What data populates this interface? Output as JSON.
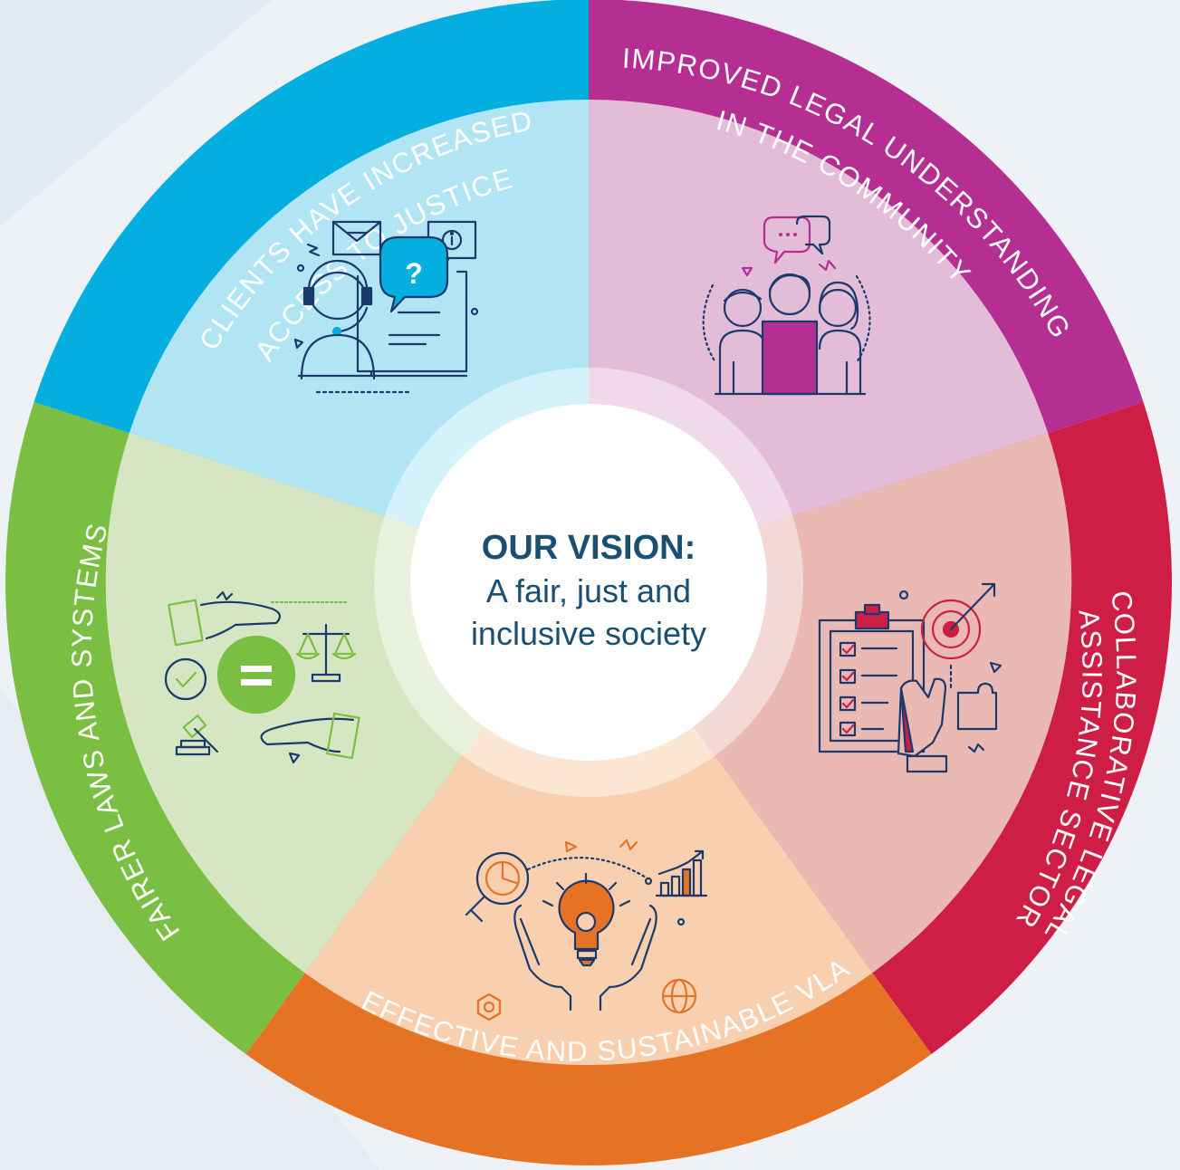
{
  "vision": {
    "heading": "OUR VISION:",
    "text": "A fair, just and inclusive society"
  },
  "segments": [
    {
      "id": "access",
      "lines": [
        "CLIENTS HAVE INCREASED",
        "ACCESS TO JUSTICE"
      ],
      "ring_color": "#03aee0",
      "inner_color": "#b2e5f4",
      "icon": "customer-support-headset-icon"
    },
    {
      "id": "understanding",
      "lines": [
        "IMPROVED LEGAL UNDERSTANDING",
        "IN THE COMMUNITY"
      ],
      "ring_color": "#b52f92",
      "inner_color": "#e3bcd8",
      "icon": "community-group-icon"
    },
    {
      "id": "collaborative",
      "lines": [
        "COLLABORATIVE LEGAL",
        "ASSISTANCE SECTOR"
      ],
      "ring_color": "#cf1e45",
      "inner_color": "#ebb9b4",
      "icon": "checklist-target-icon"
    },
    {
      "id": "effective",
      "lines": [
        "EFFECTIVE AND SUSTAINABLE VLA"
      ],
      "ring_color": "#e67324",
      "inner_color": "#f8d0b0",
      "icon": "innovation-hands-icon"
    },
    {
      "id": "fairer",
      "lines": [
        "FAIRER LAWS AND SYSTEMS"
      ],
      "ring_color": "#7bbf42",
      "inner_color": "#d7e6c2",
      "icon": "equality-justice-icon"
    }
  ]
}
